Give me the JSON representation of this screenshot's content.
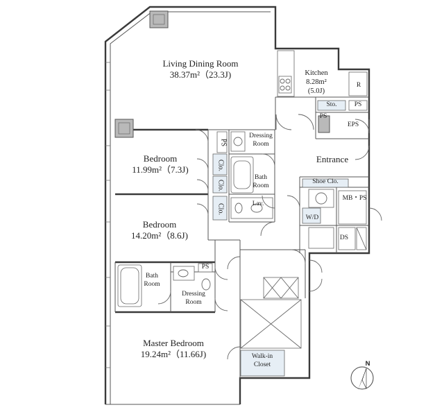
{
  "rooms": {
    "living": {
      "name": "Living Dining Room",
      "area": "38.37m²（23.3J)"
    },
    "kitchen": {
      "name": "Kitchen",
      "area": "8.28m²",
      "jo": "(5.0J)"
    },
    "bedroom1": {
      "name": "Bedroom",
      "area": "11.99m²（7.3J)"
    },
    "bedroom2": {
      "name": "Bedroom",
      "area": "14.20m²（8.6J)"
    },
    "master": {
      "name": "Master Bedroom",
      "area": "19.24m²（11.66J)"
    },
    "dressing1": {
      "l1": "Dressing",
      "l2": "Room"
    },
    "bath1": {
      "l1": "Bath",
      "l2": "Room"
    },
    "bath2": {
      "l1": "Bath",
      "l2": "Room"
    },
    "dressing2": {
      "l1": "Dressing",
      "l2": "Room"
    },
    "lav": "Lav.",
    "entrance": "Entrance",
    "shoe_clo": "Shoe Clo.",
    "walkin": {
      "l1": "Walk-in",
      "l2": "Closet"
    }
  },
  "small_labels": {
    "r": "R",
    "sto": "Sto.",
    "ps1": "PS",
    "ps2": "PS",
    "eps": "EPS",
    "ps_vertical": "PS",
    "clo1": "Clo.",
    "clo2": "Clo.",
    "clo3": "Clo.",
    "mb_ps": "MB・PS",
    "wd": "W/D",
    "ds": "DS",
    "ps3": "PS"
  },
  "compass": {
    "north": "N"
  },
  "colors": {
    "wall": "#3a3a3a",
    "closet_fill": "#e6eef5",
    "pillar_fill": "#b9b9b9"
  }
}
